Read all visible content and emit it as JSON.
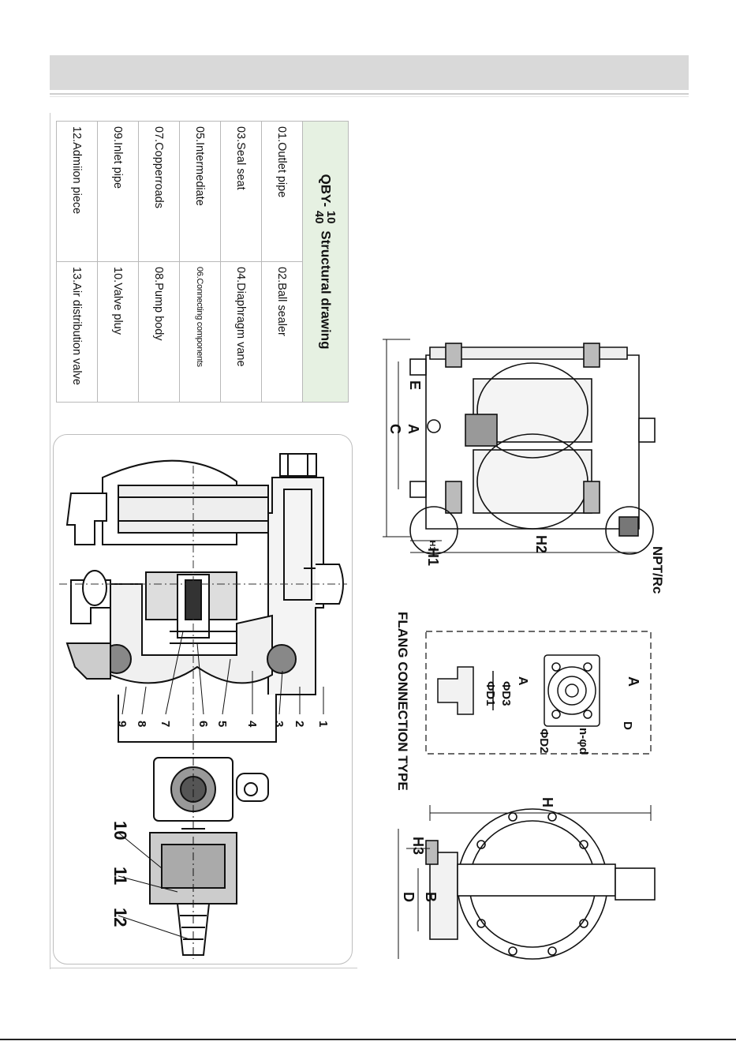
{
  "table": {
    "title_prefix": "QBY-",
    "model_top": "10",
    "model_bottom": "40",
    "title_suffix": "Structural drawing",
    "rows": [
      [
        "01.Outlet pipe",
        "02.Ball sealer"
      ],
      [
        "03.Seal seat",
        "04.Diaphragm vane"
      ],
      [
        "05.Intermediate",
        "06.Connecting components"
      ],
      [
        "07.Copperroads",
        "08.Pump body"
      ],
      [
        "09.Inlet pipe",
        "10.Valve pluy"
      ],
      [
        "12.Admiion piece",
        "13.Air distribution valve"
      ]
    ]
  },
  "section_drawing": {
    "callouts": [
      "1",
      "2",
      "3",
      "4",
      "5",
      "6",
      "7",
      "8",
      "9"
    ],
    "valve_callouts": [
      "10",
      "11",
      "12"
    ]
  },
  "front_view": {
    "labels": {
      "npt": "NPT/Rc",
      "h2": "H2",
      "h1": "H1",
      "h1_small": "H1",
      "c": "C",
      "a": "A",
      "e": "E"
    }
  },
  "flange_view": {
    "title": "FLANG CONNECTION TYPE",
    "labels": {
      "a1": "A",
      "a2": "A",
      "d": "D",
      "nd": "n-φd",
      "d2": "ΦD2",
      "d3": "ΦD3",
      "d1": "ΦD1"
    }
  },
  "side_view": {
    "labels": {
      "h": "H",
      "h3": "H3",
      "b": "B",
      "d": "D"
    }
  }
}
